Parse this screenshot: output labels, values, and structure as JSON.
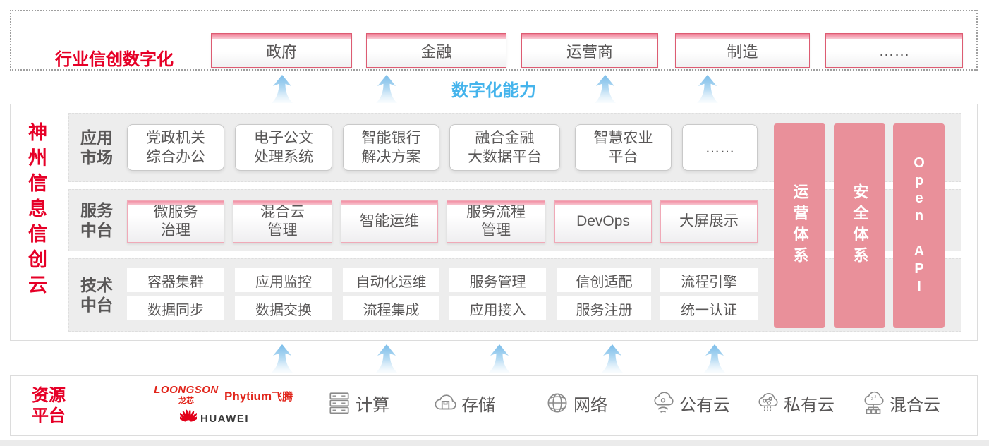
{
  "colors": {
    "brand_red": "#e60027",
    "pillar_pink": "#e9909a",
    "capability_blue": "#45b4ec",
    "text_gray": "#595757"
  },
  "top": {
    "label": "行业信创数字化",
    "industries": [
      "政府",
      "金融",
      "运营商",
      "制造",
      "……"
    ]
  },
  "capability": {
    "label": "数字化能力"
  },
  "platform": {
    "vertical_title": "神州信息信创云",
    "app_row": {
      "label": "应用\n市场",
      "items": [
        "党政机关\n综合办公",
        "电子公文\n处理系统",
        "智能银行\n解决方案",
        "融合金融\n大数据平台",
        "智慧农业\n平台",
        "……"
      ]
    },
    "service_row": {
      "label": "服务\n中台",
      "items": [
        "微服务\n治理",
        "混合云\n管理",
        "智能运维",
        "服务流程\n管理",
        "DevOps",
        "大屏展示"
      ]
    },
    "tech_row": {
      "label": "技术\n中台",
      "items_top": [
        "容器集群",
        "应用监控",
        "自动化运维",
        "服务管理",
        "信创适配",
        "流程引擎"
      ],
      "items_bottom": [
        "数据同步",
        "数据交换",
        "流程集成",
        "应用接入",
        "服务注册",
        "统一认证"
      ]
    },
    "pillars": [
      "运营体系",
      "安全体系",
      "Open API"
    ]
  },
  "resources": {
    "label": "资源\n平台",
    "vendors": {
      "loongson": "LOONGSON",
      "loongson_cn": "龙芯",
      "phytium": "Phytium",
      "phytium_cn": "飞腾",
      "huawei": "HUAWEI"
    },
    "items": [
      {
        "label": "计算"
      },
      {
        "label": "存储"
      },
      {
        "label": "网络"
      },
      {
        "label": "公有云"
      },
      {
        "label": "私有云"
      },
      {
        "label": "混合云"
      }
    ]
  }
}
